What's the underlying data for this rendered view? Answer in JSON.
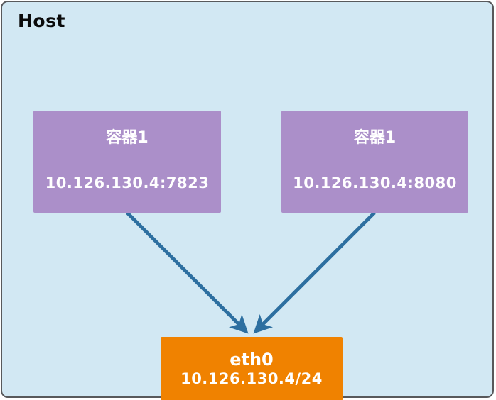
{
  "host": {
    "label": "Host"
  },
  "containers": [
    {
      "title": "容器1",
      "address": "10.126.130.4:7823"
    },
    {
      "title": "容器1",
      "address": "10.126.130.4:8080"
    }
  ],
  "interface": {
    "name": "eth0",
    "address": "10.126.130.4/24"
  },
  "colors": {
    "host_background": "#d2e8f3",
    "host_border": "#58595b",
    "container_fill": "#ab8fc9",
    "interface_fill": "#f08200",
    "arrow": "#2d6fa0",
    "box_text": "#ffffff",
    "host_label_text": "#0b0b0b"
  }
}
